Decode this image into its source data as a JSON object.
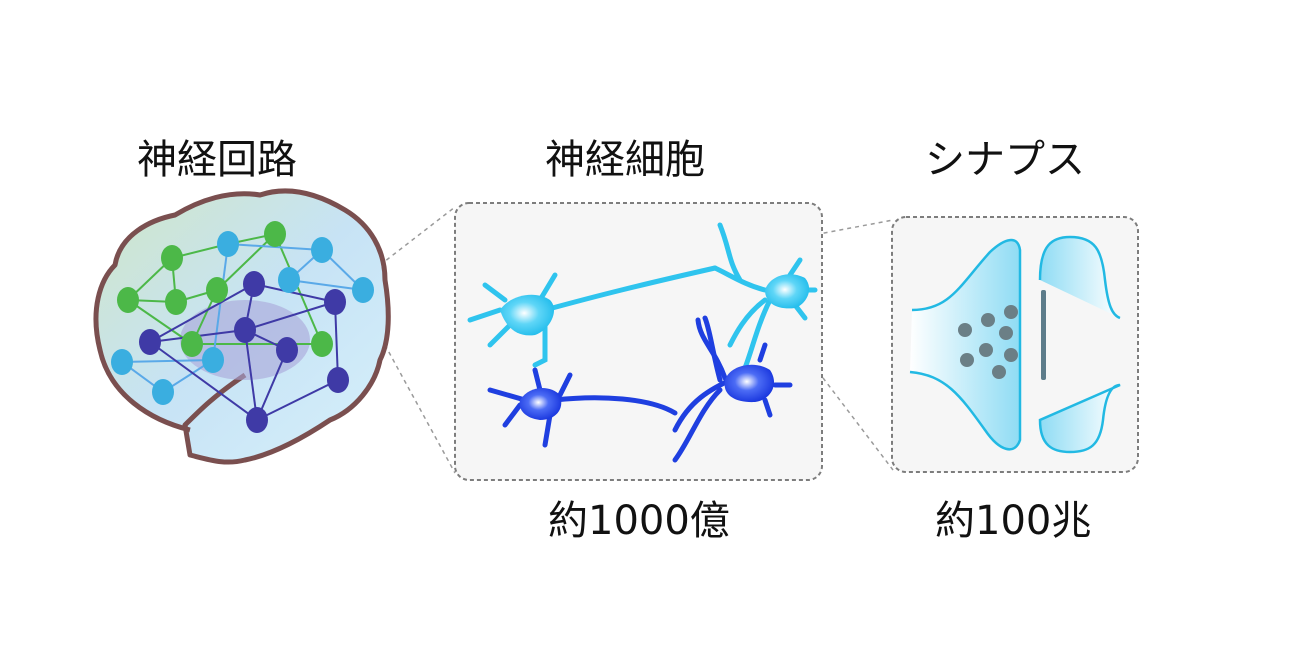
{
  "titles": {
    "circuit": "神経回路",
    "neuron": "神経細胞",
    "synapse": "シナプス"
  },
  "counts": {
    "neuron": "約1000億",
    "synapse": "約100兆"
  },
  "colors": {
    "brain_outline": "#7a4f4f",
    "brain_fill": "#cfe8f7",
    "node_green": "#4cb848",
    "node_cyan": "#3aaee0",
    "node_navy": "#3f3aa6",
    "neuron_light": "#2fc4ee",
    "neuron_dark": "#1f3fe0",
    "panel_border": "#7d7d7d",
    "panel_fill": "#f6f6f6",
    "vesicle": "#6b7f86",
    "synapse_outline": "#22b9e3"
  }
}
